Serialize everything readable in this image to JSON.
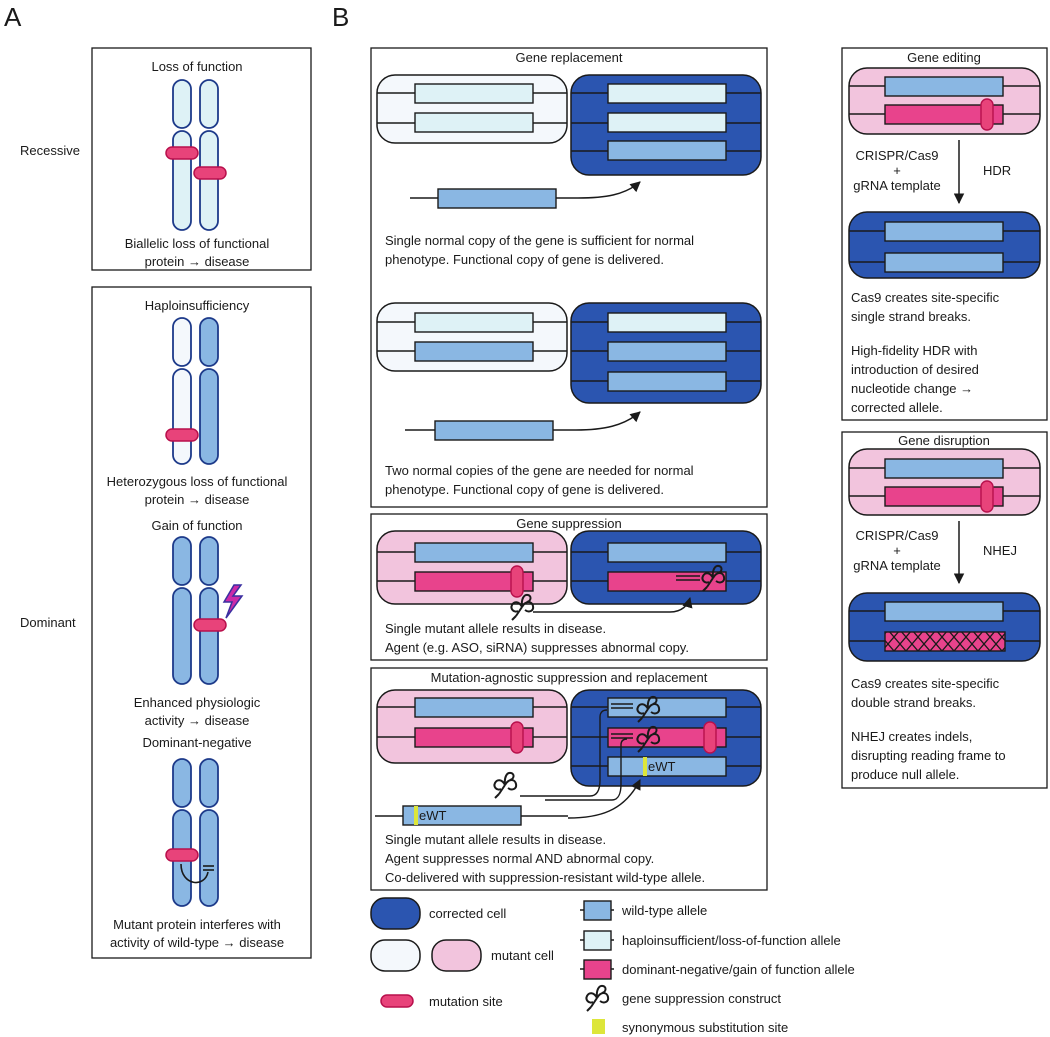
{
  "panel_labels": {
    "a": "A",
    "b": "B"
  },
  "colors": {
    "corrected_cell": "#2b55b0",
    "mutant_cell_light": "#f4f8fc",
    "mutant_cell_pink": "#f2c4dd",
    "wild_type_allele": "#8ab7e3",
    "haploinsufficient_allele": "#def2f6",
    "dominant_negative_allele": "#e8438c",
    "mutation_site": "#e8437a",
    "synonymous_site": "#dde63a",
    "lightning": "#cc2aa8"
  },
  "panel_a": {
    "recessive": {
      "row_label": "Recessive",
      "loss_of_function": {
        "title": "Loss of function",
        "caption_1": "Biallelic loss of functional",
        "caption_2": "protein → disease"
      }
    },
    "dominant": {
      "row_label": "Dominant",
      "haploinsufficiency": {
        "title": "Haploinsufficiency",
        "caption_1": "Heterozygous loss of functional",
        "caption_2": "protein → disease"
      },
      "gain_of_function": {
        "title": "Gain of function",
        "caption_1": "Enhanced physiologic",
        "caption_2": "activity → disease"
      },
      "dominant_negative": {
        "title": "Dominant-negative",
        "caption_1": "Mutant protein interferes with",
        "caption_2": "activity of wild-type → disease"
      }
    }
  },
  "panel_b": {
    "gene_replacement": {
      "title": "Gene replacement",
      "caption_1a": "Single normal copy of the gene is sufficient for normal",
      "caption_1b": "phenotype. Functional copy of gene is delivered.",
      "caption_2a": "Two normal copies of the gene are needed for normal",
      "caption_2b": "phenotype. Functional copy of gene is delivered."
    },
    "gene_suppression": {
      "title": "Gene suppression",
      "caption_1": "Single mutant allele results in disease.",
      "caption_2": "Agent (e.g. ASO, siRNA) suppresses abnormal copy."
    },
    "mutation_agnostic": {
      "title": "Mutation-agnostic suppression and replacement",
      "ewt_label": "eWT",
      "caption_1": "Single mutant allele results in disease.",
      "caption_2": "Agent suppresses normal AND abnormal copy.",
      "caption_3": "Co-delivered with suppression-resistant wild-type allele."
    },
    "gene_editing": {
      "title": "Gene editing",
      "agent_1": "CRISPR/Cas9",
      "agent_2": "+",
      "agent_3": "gRNA template",
      "pathway": "HDR",
      "caption_1": "Cas9 creates site-specific",
      "caption_2": "single strand breaks.",
      "caption_3": "High-fidelity HDR with",
      "caption_4": "introduction of desired",
      "caption_5": "nucleotide change →",
      "caption_6": "corrected allele."
    },
    "gene_disruption": {
      "title": "Gene disruption",
      "agent_1": "CRISPR/Cas9",
      "agent_2": "+",
      "agent_3": "gRNA template",
      "pathway": "NHEJ",
      "caption_1": "Cas9 creates site-specific",
      "caption_2": "double strand breaks.",
      "caption_3": "NHEJ creates indels,",
      "caption_4": "disrupting reading frame to",
      "caption_5": "produce null allele."
    }
  },
  "legend": {
    "corrected_cell": "corrected cell",
    "mutant_cell": "mutant cell",
    "mutation_site": "mutation site",
    "wild_type_allele": "wild-type allele",
    "haploinsufficient_allele": "haploinsufficient/loss-of-function allele",
    "dominant_negative_allele": "dominant-negative/gain of function allele",
    "gene_suppression_construct": "gene suppression construct",
    "synonymous_site": "synonymous substitution site"
  }
}
